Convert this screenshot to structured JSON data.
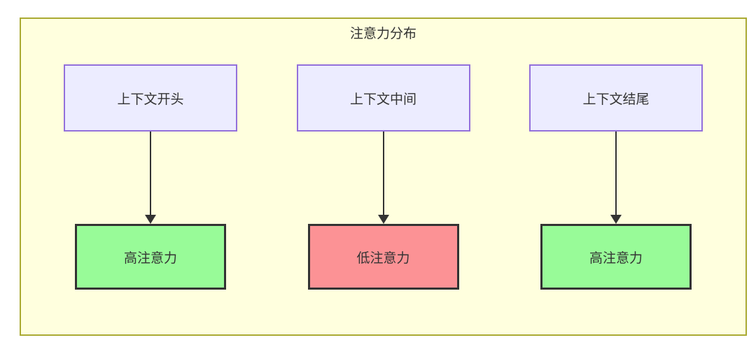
{
  "diagram": {
    "title": "注意力分布",
    "type": "flowchart",
    "colors": {
      "container_fill": "#ffffde",
      "container_border": "#aaaa33",
      "source_node_fill": "#ececff",
      "source_node_border": "#9370db",
      "high_attention_fill": "#98fb98",
      "low_attention_fill": "#fc9295",
      "result_node_border": "#333333",
      "arrow": "#333333",
      "text": "#333333"
    },
    "columns": [
      {
        "source": "上下文开头",
        "result": "高注意力",
        "level": "high"
      },
      {
        "source": "上下文中间",
        "result": "低注意力",
        "level": "low"
      },
      {
        "source": "上下文结尾",
        "result": "高注意力",
        "level": "high"
      }
    ]
  }
}
